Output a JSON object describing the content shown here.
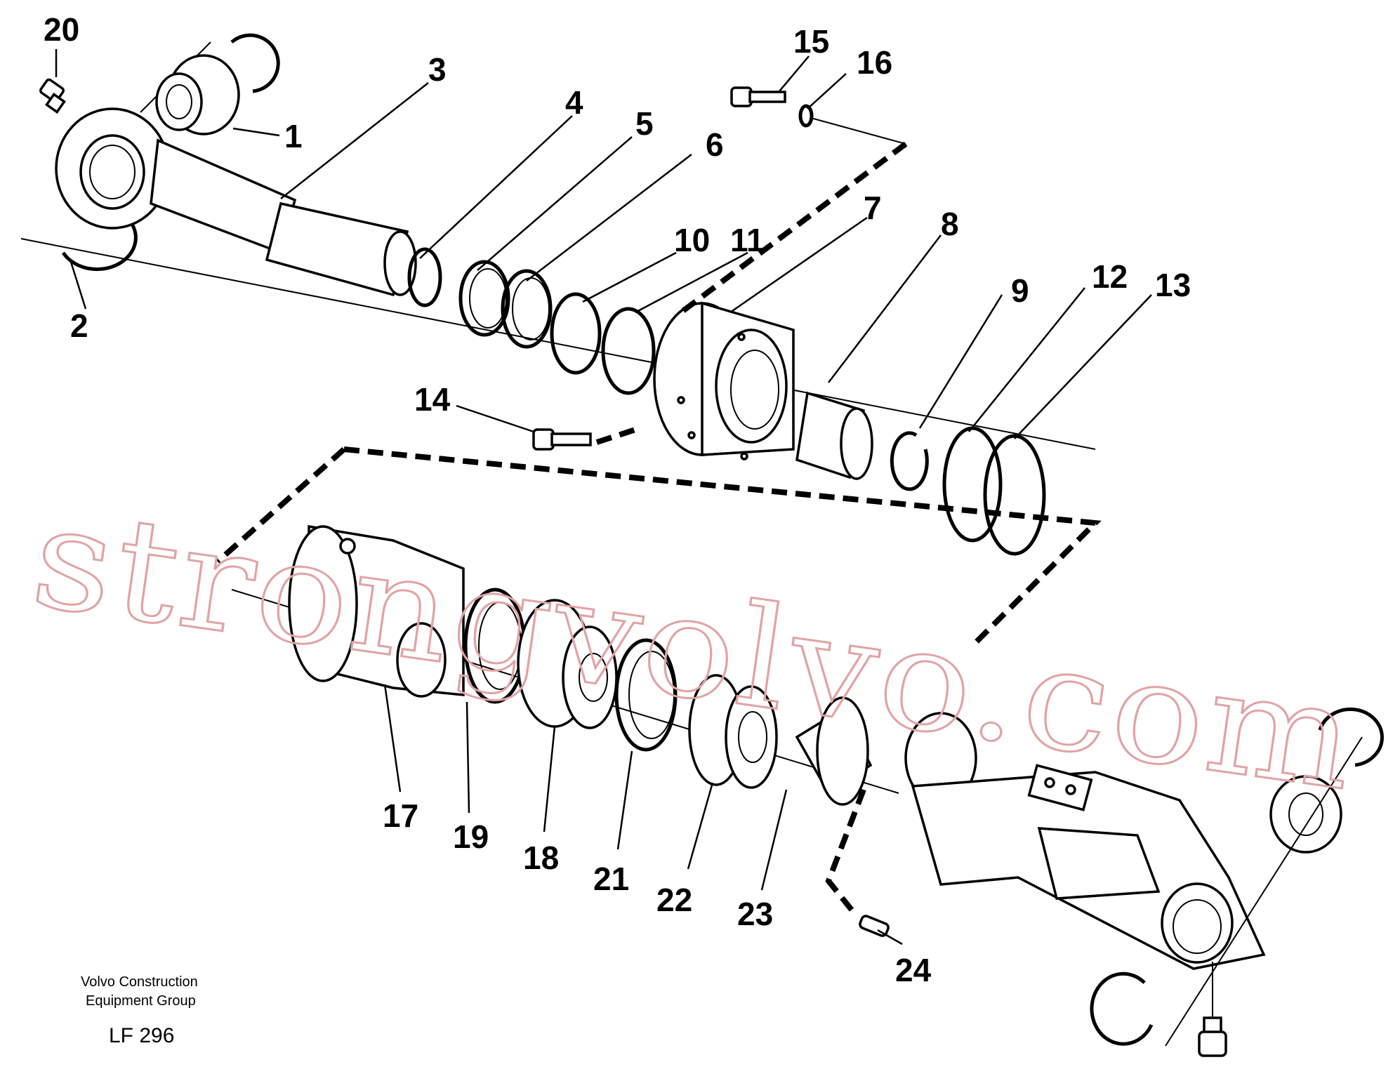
{
  "callouts": {
    "c1": "1",
    "c2": "2",
    "c3": "3",
    "c4": "4",
    "c5": "5",
    "c6": "6",
    "c7": "7",
    "c8": "8",
    "c9": "9",
    "c10": "10",
    "c11": "11",
    "c12": "12",
    "c13": "13",
    "c14": "14",
    "c15": "15",
    "c16": "16",
    "c17": "17",
    "c18": "18",
    "c19": "19",
    "c20": "20",
    "c21": "21",
    "c22": "22",
    "c23": "23",
    "c24": "24"
  },
  "footer": {
    "company_line1": "Volvo Construction",
    "company_line2": "Equipment Group",
    "figure_code": "LF 296"
  },
  "watermark": {
    "text": "strongvolvo.com",
    "color": "#e2a3a3"
  }
}
